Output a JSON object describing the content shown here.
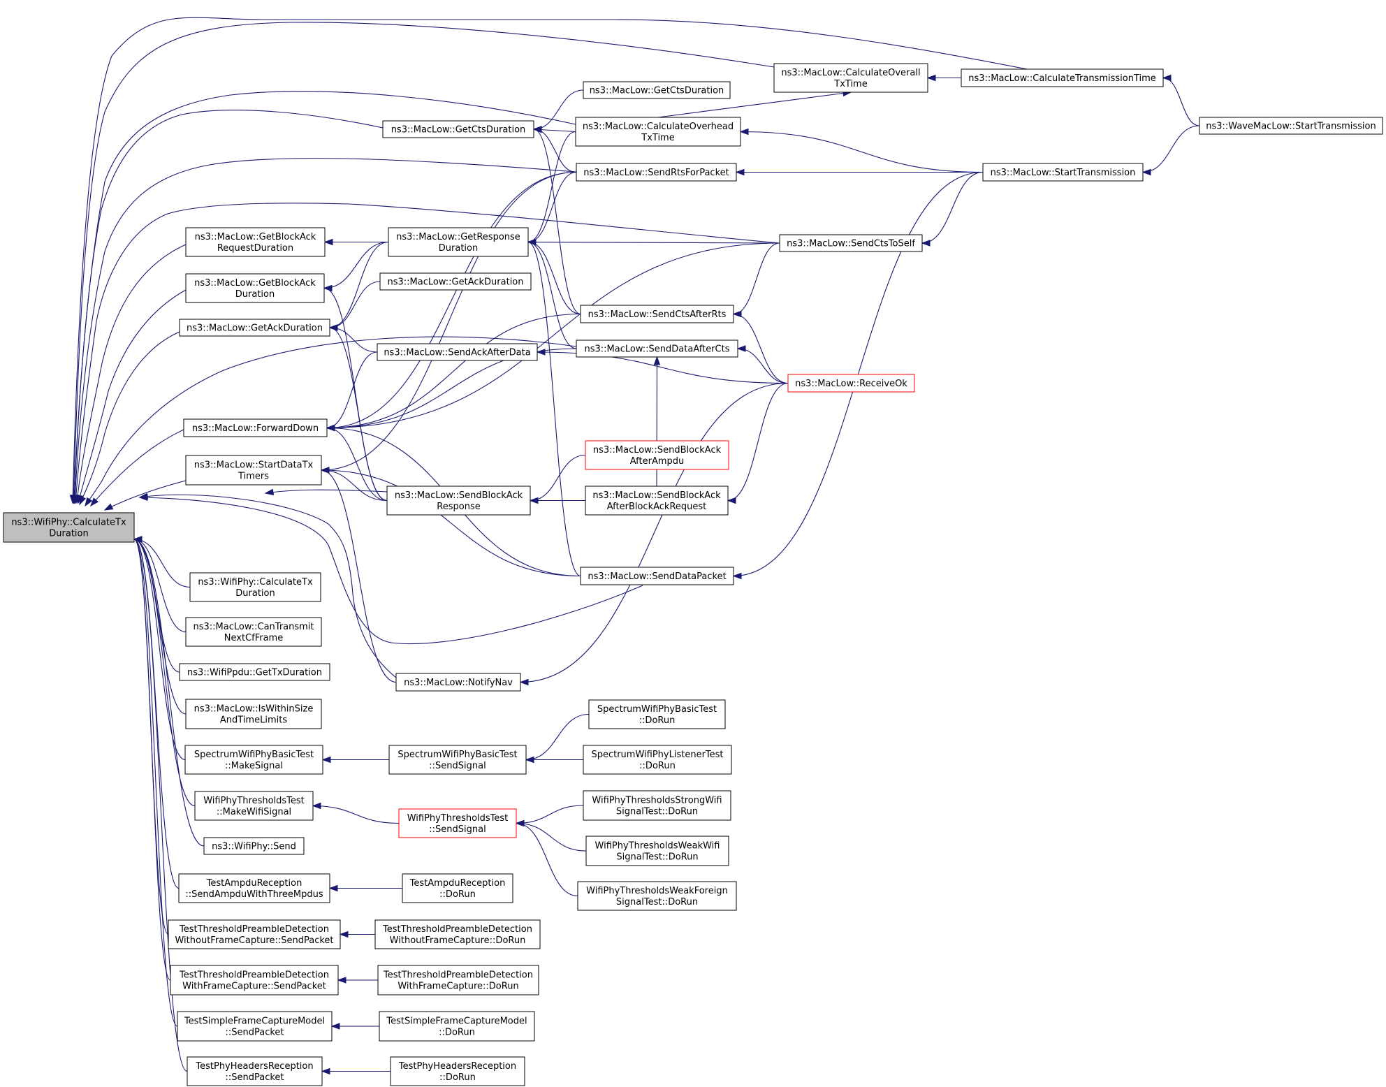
{
  "colors": {
    "edge": "#191970",
    "root_fill": "#bfbfbf",
    "node_border": "#000000",
    "highlight_border": "#ff0000"
  },
  "nodes": [
    {
      "id": "root",
      "lines": [
        "ns3::WifiPhy::CalculateTx",
        "Duration"
      ],
      "style": "root"
    },
    {
      "id": "calcOverall",
      "lines": [
        "ns3::MacLow::CalculateOverall",
        "TxTime"
      ]
    },
    {
      "id": "calcTransTime",
      "lines": [
        "ns3::MacLow::CalculateTransmissionTime"
      ]
    },
    {
      "id": "waveStart",
      "lines": [
        "ns3::WaveMacLow::StartTransmission"
      ]
    },
    {
      "id": "getCts2",
      "lines": [
        "ns3::MacLow::GetCtsDuration"
      ]
    },
    {
      "id": "getCts1",
      "lines": [
        "ns3::MacLow::GetCtsDuration"
      ]
    },
    {
      "id": "calcOverhead",
      "lines": [
        "ns3::MacLow::CalculateOverhead",
        "TxTime"
      ]
    },
    {
      "id": "startTrans",
      "lines": [
        "ns3::MacLow::StartTransmission"
      ]
    },
    {
      "id": "sendRts",
      "lines": [
        "ns3::MacLow::SendRtsForPacket"
      ]
    },
    {
      "id": "getBaReq",
      "lines": [
        "ns3::MacLow::GetBlockAck",
        "RequestDuration"
      ]
    },
    {
      "id": "getResp",
      "lines": [
        "ns3::MacLow::GetResponse",
        "Duration"
      ]
    },
    {
      "id": "sendCtsSelf",
      "lines": [
        "ns3::MacLow::SendCtsToSelf"
      ]
    },
    {
      "id": "getBaDur",
      "lines": [
        "ns3::MacLow::GetBlockAck",
        "Duration"
      ]
    },
    {
      "id": "getAck2",
      "lines": [
        "ns3::MacLow::GetAckDuration"
      ]
    },
    {
      "id": "getAck1",
      "lines": [
        "ns3::MacLow::GetAckDuration"
      ]
    },
    {
      "id": "sendCtsRts",
      "lines": [
        "ns3::MacLow::SendCtsAfterRts"
      ]
    },
    {
      "id": "sendDataCts",
      "lines": [
        "ns3::MacLow::SendDataAfterCts"
      ]
    },
    {
      "id": "sendAckData",
      "lines": [
        "ns3::MacLow::SendAckAfterData"
      ]
    },
    {
      "id": "receiveOk",
      "lines": [
        "ns3::MacLow::ReceiveOk"
      ],
      "style": "red"
    },
    {
      "id": "fwdDown",
      "lines": [
        "ns3::MacLow::ForwardDown"
      ]
    },
    {
      "id": "sendBaAmpdu",
      "lines": [
        "ns3::MacLow::SendBlockAck",
        "AfterAmpdu"
      ],
      "style": "red"
    },
    {
      "id": "startDataTx",
      "lines": [
        "ns3::MacLow::StartDataTx",
        "Timers"
      ]
    },
    {
      "id": "sendBaResp",
      "lines": [
        "ns3::MacLow::SendBlockAck",
        "Response"
      ]
    },
    {
      "id": "sendBaBar",
      "lines": [
        "ns3::MacLow::SendBlockAck",
        "AfterBlockAckRequest"
      ]
    },
    {
      "id": "sendDataPkt",
      "lines": [
        "ns3::MacLow::SendDataPacket"
      ]
    },
    {
      "id": "calcTx2",
      "lines": [
        "ns3::WifiPhy::CalculateTx",
        "Duration"
      ]
    },
    {
      "id": "canTransmit",
      "lines": [
        "ns3::MacLow::CanTransmit",
        "NextCfFrame"
      ]
    },
    {
      "id": "ppdu",
      "lines": [
        "ns3::WifiPpdu::GetTxDuration"
      ]
    },
    {
      "id": "notifyNav",
      "lines": [
        "ns3::MacLow::NotifyNav"
      ]
    },
    {
      "id": "isWithin",
      "lines": [
        "ns3::MacLow::IsWithinSize",
        "AndTimeLimits"
      ]
    },
    {
      "id": "specBasicDoRun",
      "lines": [
        "SpectrumWifiPhyBasicTest",
        "::DoRun"
      ]
    },
    {
      "id": "specMake",
      "lines": [
        "SpectrumWifiPhyBasicTest",
        "::MakeSignal"
      ]
    },
    {
      "id": "specSend",
      "lines": [
        "SpectrumWifiPhyBasicTest",
        "::SendSignal"
      ]
    },
    {
      "id": "specListener",
      "lines": [
        "SpectrumWifiPhyListenerTest",
        "::DoRun"
      ]
    },
    {
      "id": "threshMake",
      "lines": [
        "WifiPhyThresholdsTest",
        "::MakeWifiSignal"
      ]
    },
    {
      "id": "threshStrong",
      "lines": [
        "WifiPhyThresholdsStrongWifi",
        "SignalTest::DoRun"
      ]
    },
    {
      "id": "threshSend",
      "lines": [
        "WifiPhyThresholdsTest",
        "::SendSignal"
      ],
      "style": "red"
    },
    {
      "id": "phySend",
      "lines": [
        "ns3::WifiPhy::Send"
      ]
    },
    {
      "id": "threshWeakWifi",
      "lines": [
        "WifiPhyThresholdsWeakWifi",
        "SignalTest::DoRun"
      ]
    },
    {
      "id": "threshWeakForeign",
      "lines": [
        "WifiPhyThresholdsWeakForeign",
        "SignalTest::DoRun"
      ]
    },
    {
      "id": "ampduSend",
      "lines": [
        "TestAmpduReception",
        "::SendAmpduWithThreeMpdus"
      ]
    },
    {
      "id": "ampduDoRun",
      "lines": [
        "TestAmpduReception",
        "::DoRun"
      ]
    },
    {
      "id": "tpdNoCapSend",
      "lines": [
        "TestThresholdPreambleDetection",
        "WithoutFrameCapture::SendPacket"
      ]
    },
    {
      "id": "tpdNoCapRun",
      "lines": [
        "TestThresholdPreambleDetection",
        "WithoutFrameCapture::DoRun"
      ]
    },
    {
      "id": "tpdCapSend",
      "lines": [
        "TestThresholdPreambleDetection",
        "WithFrameCapture::SendPacket"
      ]
    },
    {
      "id": "tpdCapRun",
      "lines": [
        "TestThresholdPreambleDetection",
        "WithFrameCapture::DoRun"
      ]
    },
    {
      "id": "simpleSend",
      "lines": [
        "TestSimpleFrameCaptureModel",
        "::SendPacket"
      ]
    },
    {
      "id": "simpleRun",
      "lines": [
        "TestSimpleFrameCaptureModel",
        "::DoRun"
      ]
    },
    {
      "id": "hdrSend",
      "lines": [
        "TestPhyHeadersReception",
        "::SendPacket"
      ]
    },
    {
      "id": "hdrRun",
      "lines": [
        "TestPhyHeadersReception",
        "::DoRun"
      ]
    }
  ],
  "edges": [
    [
      "calcTransTime",
      "root"
    ],
    [
      "calcOverall",
      "root"
    ],
    [
      "calcOverhead",
      "root"
    ],
    [
      "getCts1",
      "root"
    ],
    [
      "sendRts",
      "root"
    ],
    [
      "sendCtsSelf",
      "root"
    ],
    [
      "getBaReq",
      "root"
    ],
    [
      "getBaDur",
      "root"
    ],
    [
      "getAck1",
      "root"
    ],
    [
      "sendDataCts",
      "root"
    ],
    [
      "fwdDown",
      "root"
    ],
    [
      "startDataTx",
      "root"
    ],
    [
      "sendBaResp",
      "root"
    ],
    [
      "notifyNav",
      "root"
    ],
    [
      "sendDataPkt",
      "root"
    ],
    [
      "calcTx2",
      "root"
    ],
    [
      "canTransmit",
      "root"
    ],
    [
      "ppdu",
      "root"
    ],
    [
      "isWithin",
      "root"
    ],
    [
      "specMake",
      "root"
    ],
    [
      "threshMake",
      "root"
    ],
    [
      "phySend",
      "root"
    ],
    [
      "ampduSend",
      "root"
    ],
    [
      "tpdNoCapSend",
      "root"
    ],
    [
      "tpdCapSend",
      "root"
    ],
    [
      "simpleSend",
      "root"
    ],
    [
      "hdrSend",
      "root"
    ],
    [
      "calcTransTime",
      "calcOverall"
    ],
    [
      "waveStart",
      "calcTransTime"
    ],
    [
      "calcOverhead",
      "calcOverall"
    ],
    [
      "startTrans",
      "calcOverhead"
    ],
    [
      "waveStart",
      "startTrans"
    ],
    [
      "getCts2",
      "getCts1"
    ],
    [
      "calcOverhead",
      "getCts1"
    ],
    [
      "sendRts",
      "getCts1"
    ],
    [
      "sendCtsRts",
      "getCts1"
    ],
    [
      "startTrans",
      "sendRts"
    ],
    [
      "getResp",
      "getBaReq"
    ],
    [
      "getResp",
      "getBaDur"
    ],
    [
      "calcOverhead",
      "getResp"
    ],
    [
      "sendRts",
      "getResp"
    ],
    [
      "sendCtsSelf",
      "getResp"
    ],
    [
      "sendCtsRts",
      "getResp"
    ],
    [
      "sendDataCts",
      "getResp"
    ],
    [
      "sendDataPkt",
      "getResp"
    ],
    [
      "startTrans",
      "sendCtsSelf"
    ],
    [
      "getResp",
      "getAck1"
    ],
    [
      "getAck2",
      "getAck1"
    ],
    [
      "sendAckData",
      "getAck1"
    ],
    [
      "sendBaResp",
      "getAck1"
    ],
    [
      "sendBaResp",
      "getBaDur"
    ],
    [
      "receiveOk",
      "sendCtsRts"
    ],
    [
      "sendCtsSelf",
      "sendCtsRts"
    ],
    [
      "receiveOk",
      "sendDataCts"
    ],
    [
      "sendBaBar",
      "sendDataCts"
    ],
    [
      "receiveOk",
      "sendAckData"
    ],
    [
      "sendAckData",
      "fwdDown"
    ],
    [
      "sendRts",
      "fwdDown"
    ],
    [
      "sendCtsRts",
      "fwdDown"
    ],
    [
      "sendDataCts",
      "fwdDown"
    ],
    [
      "sendBaResp",
      "fwdDown"
    ],
    [
      "sendCtsSelf",
      "fwdDown"
    ],
    [
      "sendDataPkt",
      "fwdDown"
    ],
    [
      "sendBaAmpdu",
      "sendBaResp"
    ],
    [
      "sendBaBar",
      "sendBaResp"
    ],
    [
      "receiveOk",
      "sendBaBar"
    ],
    [
      "sendBaResp",
      "startDataTx"
    ],
    [
      "sendDataPkt",
      "startDataTx"
    ],
    [
      "sendRts",
      "startDataTx"
    ],
    [
      "notifyNav",
      "startDataTx"
    ],
    [
      "startTrans",
      "sendDataPkt"
    ],
    [
      "receiveOk",
      "notifyNav"
    ],
    [
      "specSend",
      "specMake"
    ],
    [
      "specBasicDoRun",
      "specSend"
    ],
    [
      "specListener",
      "specSend"
    ],
    [
      "threshSend",
      "threshMake"
    ],
    [
      "threshStrong",
      "threshSend"
    ],
    [
      "threshWeakWifi",
      "threshSend"
    ],
    [
      "threshWeakForeign",
      "threshSend"
    ],
    [
      "ampduDoRun",
      "ampduSend"
    ],
    [
      "tpdNoCapRun",
      "tpdNoCapSend"
    ],
    [
      "tpdCapRun",
      "tpdCapSend"
    ],
    [
      "simpleRun",
      "simpleSend"
    ],
    [
      "hdrRun",
      "hdrSend"
    ]
  ]
}
